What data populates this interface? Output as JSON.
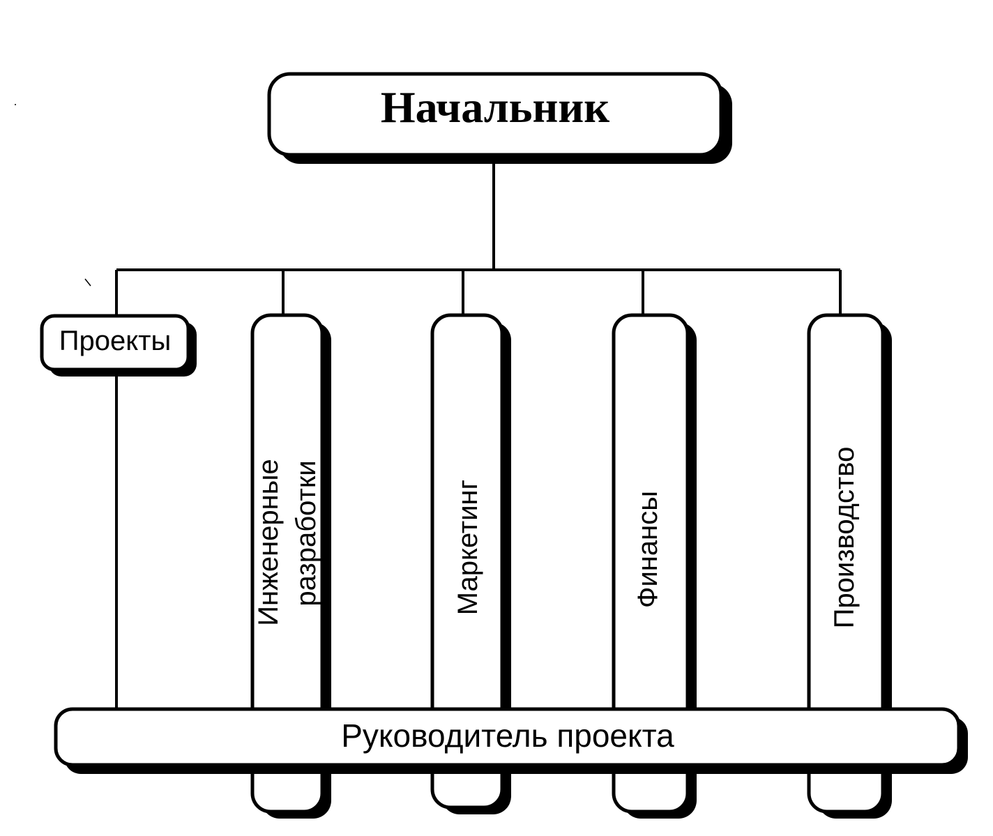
{
  "diagram": {
    "top": {
      "label": "Начальник"
    },
    "projects": {
      "label": "Проекты"
    },
    "departments": [
      {
        "lines": [
          "Инженерные",
          "разработки"
        ]
      },
      {
        "lines": [
          "Маркетинг"
        ]
      },
      {
        "lines": [
          "Финансы"
        ]
      },
      {
        "lines": [
          "Производство"
        ]
      }
    ],
    "manager": {
      "label": "Руководитель проекта"
    }
  }
}
